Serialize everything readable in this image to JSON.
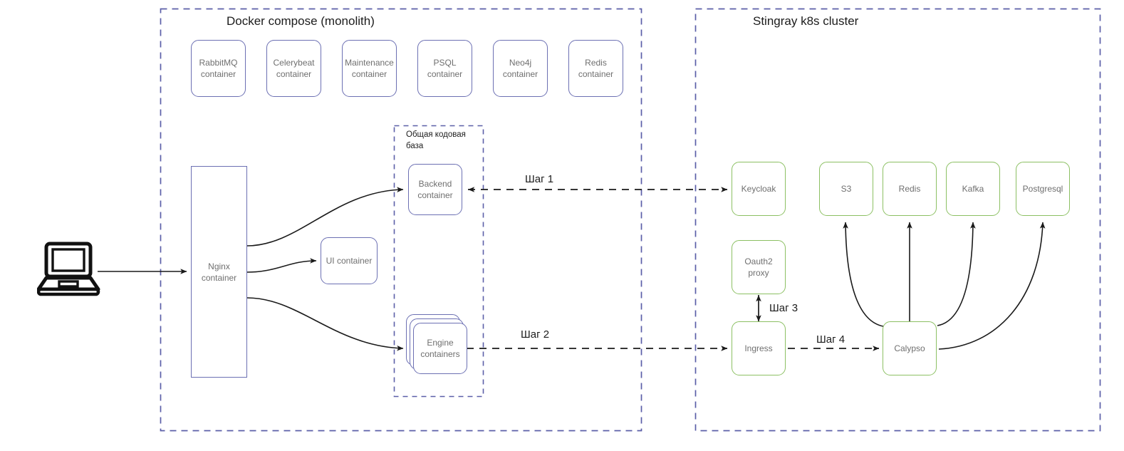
{
  "diagram": {
    "title_left": "Docker compose (monolith)",
    "title_right": "Stingray k8s cluster",
    "subgroup_title": "Общая кодовая база"
  },
  "colors": {
    "blue_border": "#6c70b3",
    "green_border": "#8cc063",
    "dashed_group": "#5b5fa8",
    "node_text": "#6f6f6f",
    "title_text": "#1c1c1c",
    "arrow": "#1a1a1a"
  },
  "monolith": {
    "top_containers": [
      {
        "label": "RabbitMQ container"
      },
      {
        "label": "Celerybeat container"
      },
      {
        "label": "Maintenance container"
      },
      {
        "label": "PSQL container"
      },
      {
        "label": "Neo4j container"
      },
      {
        "label": "Redis container"
      }
    ],
    "nginx": {
      "label": "Nginx container"
    },
    "ui": {
      "label": "UI container"
    },
    "backend": {
      "label": "Backend container"
    },
    "engine": {
      "label": "Engine containers"
    }
  },
  "k8s": {
    "keycloak": {
      "label": "Keycloak"
    },
    "oauth2": {
      "label": "Oauth2 proxy"
    },
    "ingress": {
      "label": "Ingress"
    },
    "calypso": {
      "label": "Calypso"
    },
    "services": [
      {
        "label": "S3"
      },
      {
        "label": "Redis"
      },
      {
        "label": "Kafka"
      },
      {
        "label": "Postgresql"
      }
    ]
  },
  "steps": {
    "step1": "Шаг 1",
    "step2": "Шаг 2",
    "step3": "Шаг 3",
    "step4": "Шаг 4"
  },
  "client": {
    "icon": "laptop-icon"
  }
}
